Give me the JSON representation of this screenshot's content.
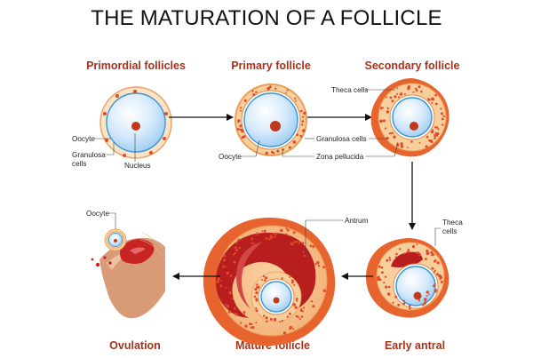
{
  "title": "THE MATURATION OF A FOLLICLE",
  "colors": {
    "stage_label": "#a8321b",
    "granulosa": "#f7cf9d",
    "granulosa_cell": "#e24a2a",
    "theca": "#e8642f",
    "oocyte": "#cfe6fb",
    "oocyte_edge": "#2f8fd6",
    "nucleus": "#c2381a",
    "antrum": "#b81e1e",
    "zona": "#ffffff"
  },
  "stages": {
    "primordial": "Primordial follicles",
    "primary": "Primary follicle",
    "secondary": "Secondary follicle",
    "early_antral": "Early antral",
    "mature": "Mature follicle",
    "ovulation": "Ovulation"
  },
  "labels": {
    "oocyte_1": "Oocyte",
    "granulosa_1": "Granulosa",
    "granulosa_1b": "cells",
    "nucleus": "Nucleus",
    "oocyte_2": "Oocyte",
    "granulosa_2": "Granulosa cells",
    "zona": "Zona pellucida",
    "theca_1": "Theca cells",
    "antrum": "Antrum",
    "theca_2": "Theca",
    "theca_2b": "cells",
    "oocyte_3": "Oocyte"
  }
}
